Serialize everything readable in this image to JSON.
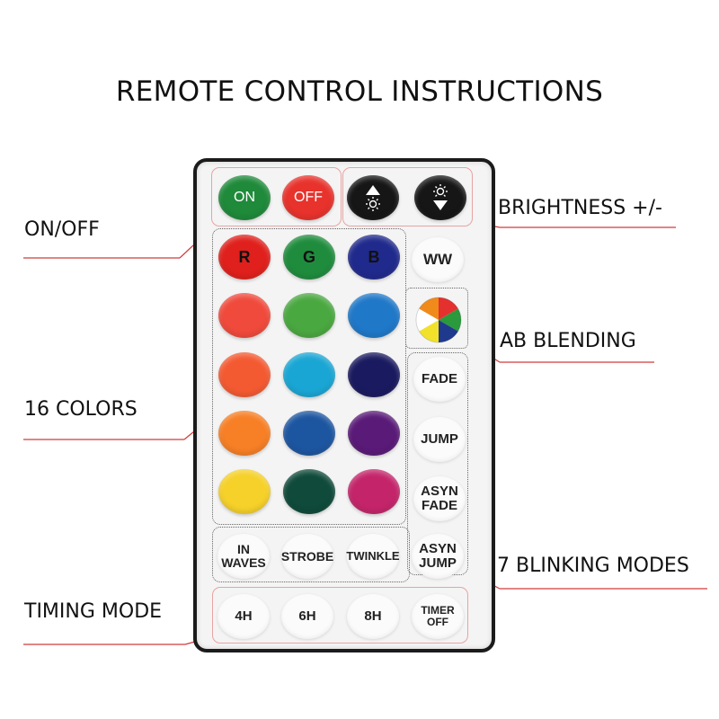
{
  "title": "REMOTE CONTROL INSTRUCTIONS",
  "labels": {
    "on_off": "ON/OFF",
    "brightness": "BRIGHTNESS +/-",
    "ab_blending": "AB BLENDING",
    "colors": "16 COLORS",
    "blinking": "7 BLINKING MODES",
    "timing": "TIMING MODE"
  },
  "buttons": {
    "on": "ON",
    "off": "OFF",
    "r": "R",
    "g": "G",
    "b": "B",
    "ww": "WW",
    "fade": "FADE",
    "jump": "JUMP",
    "asyn_fade_1": "ASYN",
    "asyn_fade_2": "FADE",
    "in_waves_1": "IN",
    "in_waves_2": "WAVES",
    "strobe": "STROBE",
    "twinkle": "TWINKLE",
    "asyn_jump_1": "ASYN",
    "asyn_jump_2": "JUMP",
    "t4h": "4H",
    "t6h": "6H",
    "t8h": "8H",
    "timer_off": "TIMER OFF"
  },
  "colors": {
    "on": "#1f8a3a",
    "off": "#e8322c",
    "brightness": "#161616",
    "annotation": "#d23a3a",
    "grid": [
      [
        "#e0201c",
        "#1f8c3d",
        "#202a8c"
      ],
      [
        "#f04a3c",
        "#4aa840",
        "#1f78c8"
      ],
      [
        "#f45a32",
        "#1aa6d4",
        "#1a1a60"
      ],
      [
        "#f77f25",
        "#1d56a0",
        "#5a1a78"
      ],
      [
        "#f6d12a",
        "#0f4a3a",
        "#c4256a"
      ]
    ],
    "ab_wheel": [
      "#e53030",
      "#2a9a3c",
      "#1f3a8c",
      "#f2e12a",
      "#ffffff",
      "#f08a1a"
    ]
  }
}
